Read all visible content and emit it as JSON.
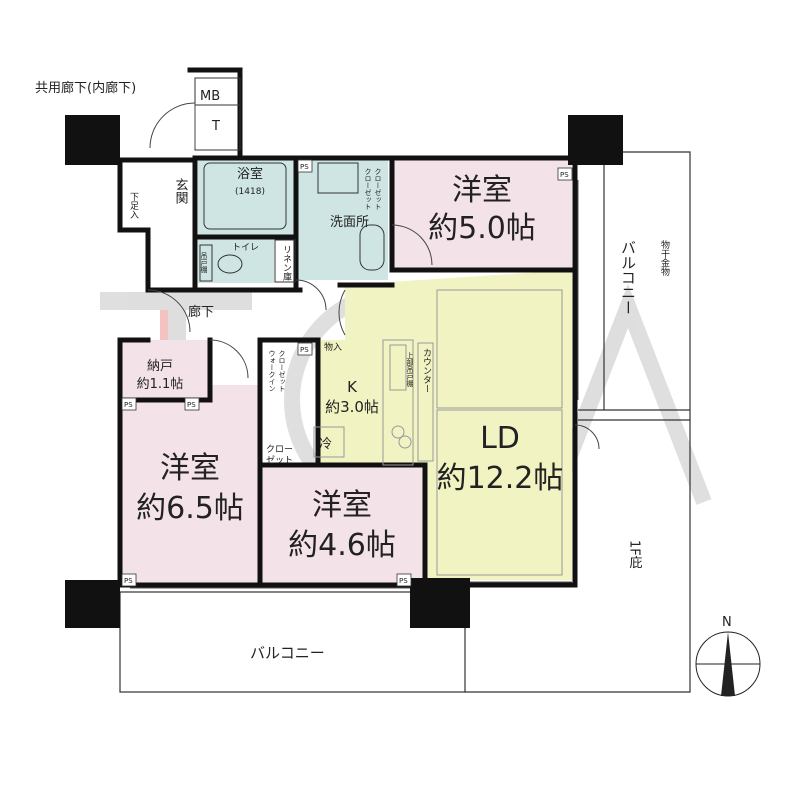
{
  "rooms": {
    "western_ne": {
      "name": "洋室",
      "size": "約5.0帖"
    },
    "western_w": {
      "name": "洋室",
      "size": "約6.5帖"
    },
    "western_c": {
      "name": "洋室",
      "size": "約4.6帖"
    },
    "ld": {
      "name": "LD",
      "size": "約12.2帖"
    },
    "kitchen": {
      "name": "K",
      "size": "約3.0帖"
    },
    "bath": {
      "name": "浴室",
      "size": "(1418)"
    },
    "storage": {
      "name": "納戸",
      "size": "約1.1帖"
    }
  },
  "labels": {
    "common_corridor": "共用廊下(内廊下)",
    "entrance": "玄関",
    "shoe_box": "下足入",
    "mb": "MB",
    "t": "T",
    "washroom": "洗面所",
    "toilet": "トイレ",
    "toilet_cabinet": "吊戸棚",
    "linen": "リネン庫",
    "hallway": "廊下",
    "walkin_1": "ウォークイン",
    "walkin_2": "クローゼット",
    "closet_1": "クロー",
    "closet_2": "ゼット",
    "closet_upper": "クローゼット",
    "closet_lower": "クローゼット",
    "counter": "カウンター",
    "upper_cabinet": "上部吊戸棚",
    "fridge": "冷",
    "storage_small": "物入",
    "balcony_east": "バルコニー",
    "balcony_south": "バルコニー",
    "drying_rack": "物干金物",
    "eave": "1F庇",
    "ps": "PS",
    "north": "N"
  },
  "colors": {
    "western": "#f3e3e8",
    "ld": "#f1f3c2",
    "wet": "#cfe5e4",
    "wall": "#111111",
    "watermark": "#d9d9d9",
    "watermark_accent": "#f4b8b8"
  }
}
